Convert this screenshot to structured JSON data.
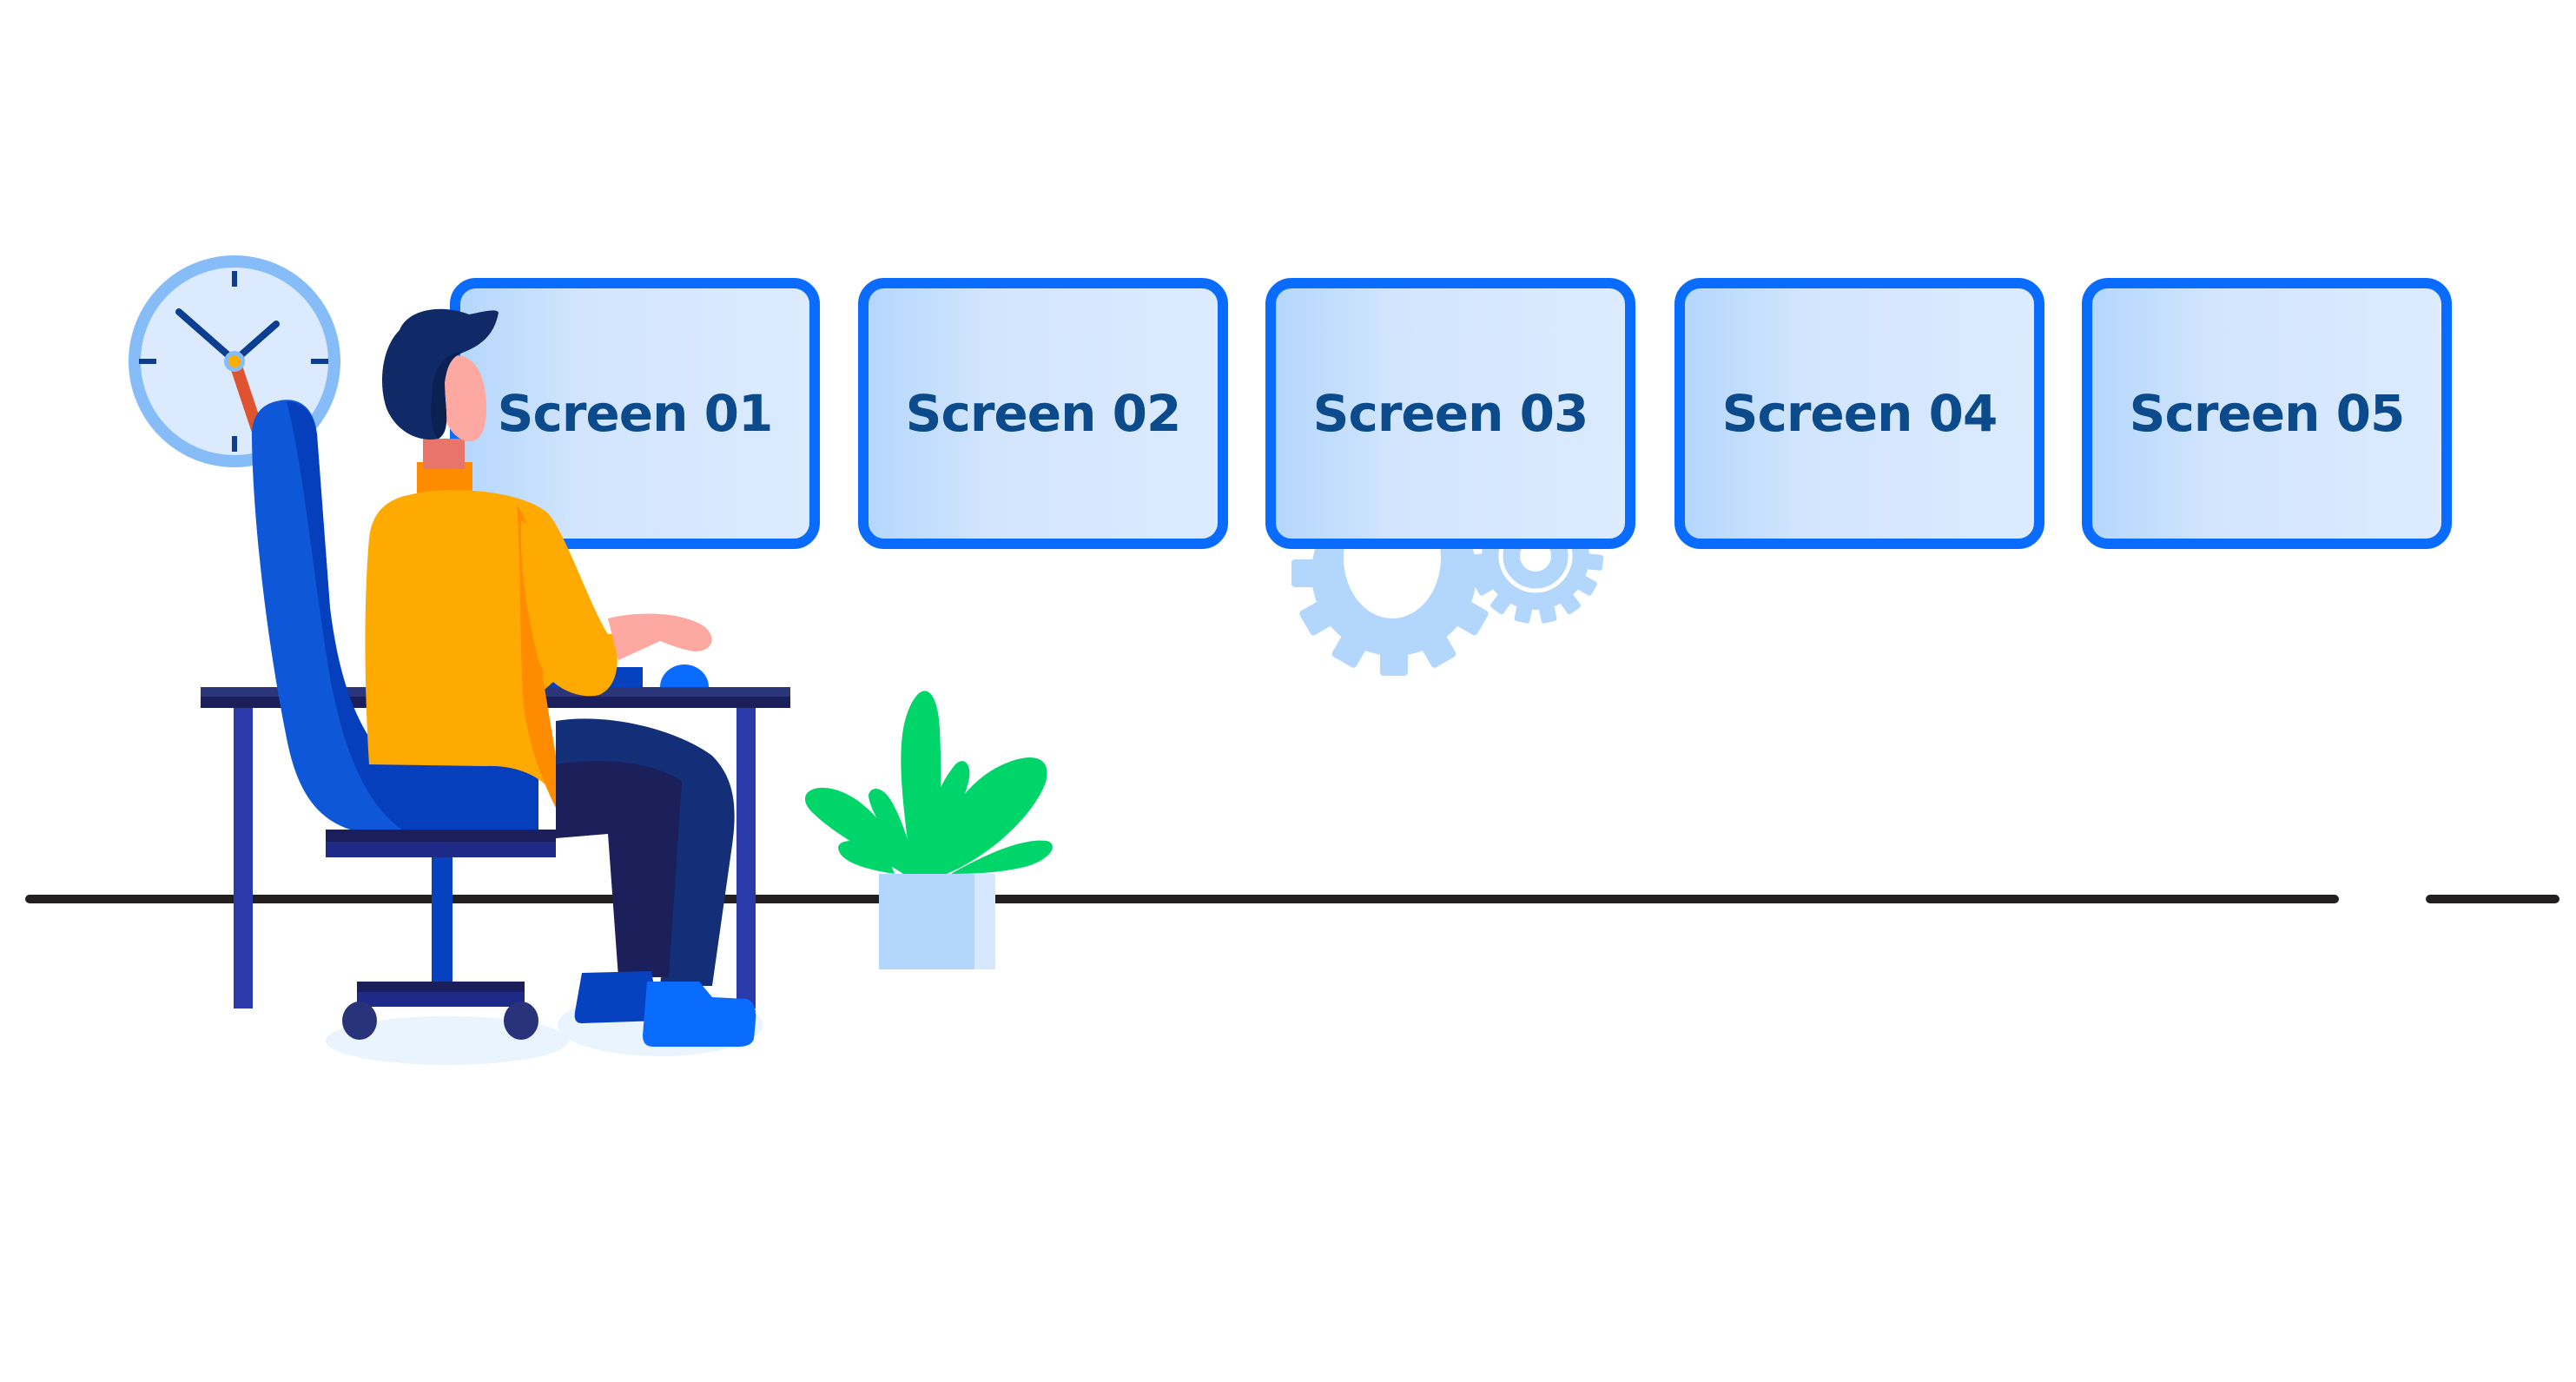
{
  "scene": {
    "description": "Person sitting at desk looking at a row of screens",
    "screens": [
      {
        "label": "Screen 01"
      },
      {
        "label": "Screen 02"
      },
      {
        "label": "Screen 03"
      },
      {
        "label": "Screen 04"
      },
      {
        "label": "Screen 05"
      }
    ],
    "icons": {
      "clock": "clock-icon",
      "gears": "gears-icon",
      "plant": "plant-icon"
    }
  },
  "colors": {
    "screen_border": "#0a6cff",
    "screen_fill_left": "#b3d6fd",
    "screen_fill_right": "#dbeafe",
    "screen_text": "#0b4a8b",
    "floor_line": "#231f20",
    "clock_ring": "#86bdf8",
    "clock_face": "#dbeafe",
    "clock_hands": "#0b3e91",
    "clock_second_hand": "#e0532f",
    "clock_center": "#ffae00",
    "shirt": "#ffaa00",
    "shirt_shadow": "#ff8c00",
    "hair": "#0f2a66",
    "skin": "#fda9a1",
    "skin_shadow": "#e8756a",
    "chair": "#0f57d9",
    "chair_dark": "#063fbb",
    "desk": "#2a357a",
    "desk_dark": "#1a1f5c",
    "desk_legs": "#2a3aaa",
    "pants": "#132f78",
    "pants_dark": "#1b1f5a",
    "shoes": "#0a6cff",
    "shoes_dark": "#0641c0",
    "plant_leaf": "#00d56a",
    "plant_pot": "#b3d6fd",
    "gear": "#b3d6fd",
    "shadow": "#eaf4fe"
  }
}
